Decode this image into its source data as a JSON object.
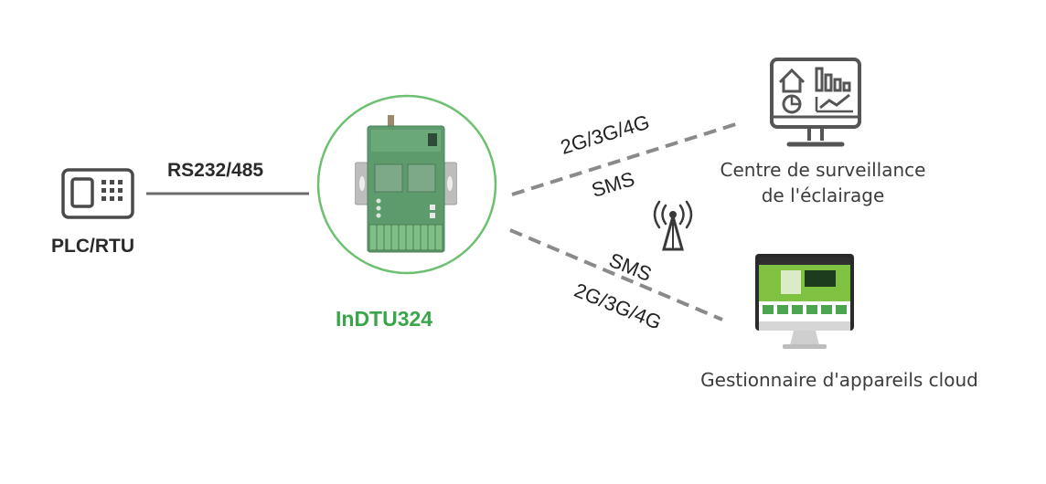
{
  "plc": {
    "label": "PLC/RTU"
  },
  "serial_link": {
    "label": "RS232/485"
  },
  "device": {
    "name": "InDTU324",
    "ring_color": "#5cb85c",
    "name_color": "#3aa64a"
  },
  "upper_link": {
    "label_1": "2G/3G/4G",
    "label_2": "SMS"
  },
  "lower_link": {
    "label_1": "SMS",
    "label_2": "2G/3G/4G"
  },
  "monitoring_center": {
    "label_line1": "Centre de surveillance",
    "label_line2": "de l'éclairage"
  },
  "cloud_manager": {
    "label": "Gestionnaire d'appareils cloud"
  },
  "icons": [
    "plc-icon",
    "cell-tower-icon",
    "dashboard-monitor-icon",
    "desktop-computer-icon"
  ]
}
